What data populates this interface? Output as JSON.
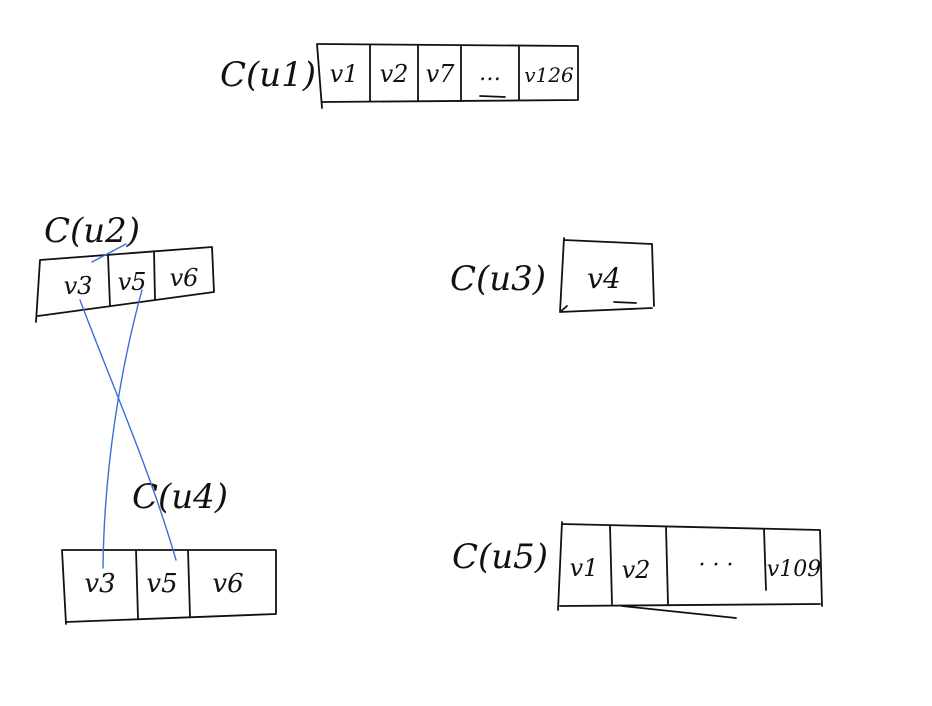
{
  "colors": {
    "ink": "#111111",
    "link": "#3a6fd8",
    "background": "#ffffff"
  },
  "lists": {
    "u1": {
      "label": "C(u1)",
      "cells": [
        "v1",
        "v2",
        "v7",
        "…",
        "v126"
      ]
    },
    "u2": {
      "label": "C(u2)",
      "cells": [
        "v3",
        "v5",
        "v6"
      ]
    },
    "u3": {
      "label": "C(u3)",
      "cells": [
        "v4"
      ]
    },
    "u4": {
      "label": "C(u4)",
      "cells": [
        "v3",
        "v5",
        "v6"
      ]
    },
    "u5": {
      "label": "C(u5)",
      "cells": [
        "v1",
        "v2",
        "· · ·",
        "v109"
      ]
    }
  }
}
